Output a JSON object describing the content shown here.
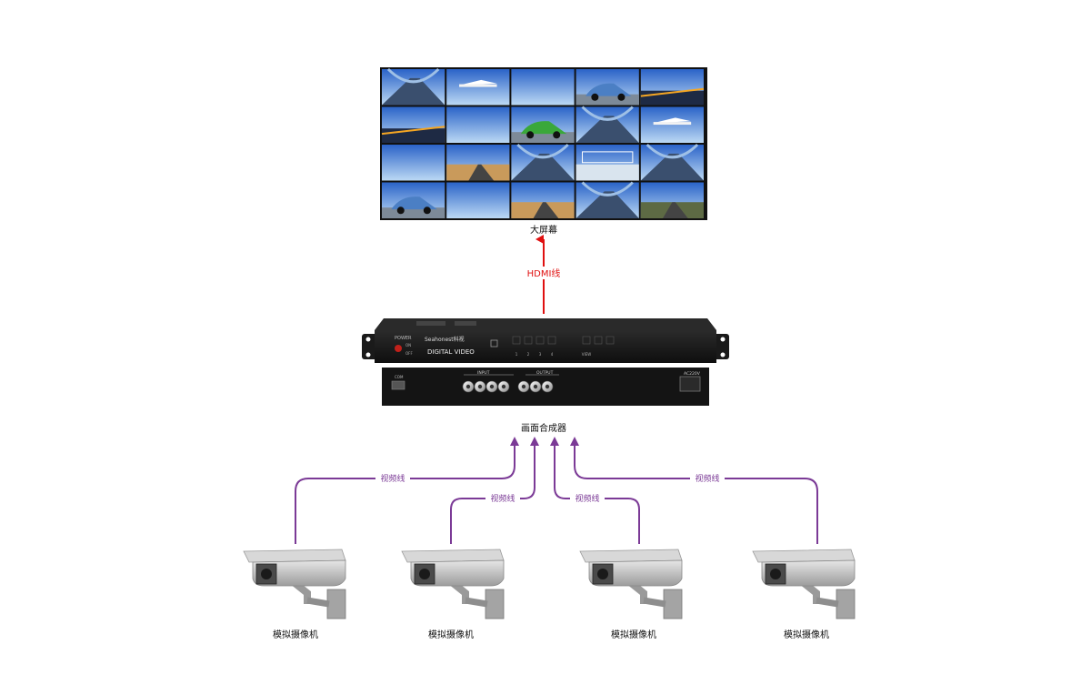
{
  "labels": {
    "screen": "大屏幕",
    "hdmi_cable": "HDMI线",
    "combiner": "画面合成器",
    "video_cable": "视频线",
    "camera": "模拟摄像机"
  },
  "device": {
    "power": "POWER",
    "on": "ON",
    "off": "OFF",
    "brand": "Seahonest科视",
    "model": "DIGITAL VIDEO",
    "input": "INPUT",
    "output": "OUTPUT",
    "com": "COM",
    "power_in": "AC220V",
    "key_nums": [
      "1",
      "2",
      "3",
      "4"
    ],
    "view": "VIEW"
  },
  "colors": {
    "hdmi_line": "#e01010",
    "video_line": "#7b3a96",
    "device_body": "#161616",
    "camera_body": "#c9c9c9"
  },
  "video_wall": {
    "rows": 4,
    "cols": 5,
    "tiles": [
      "bridge",
      "airplane",
      "sky",
      "car",
      "city",
      "city",
      "sky",
      "green-car",
      "tunnel",
      "airplane",
      "sky",
      "desert-road",
      "tunnel",
      "interior",
      "tunnel",
      "car",
      "sky",
      "desert",
      "tunnel",
      "road"
    ]
  }
}
